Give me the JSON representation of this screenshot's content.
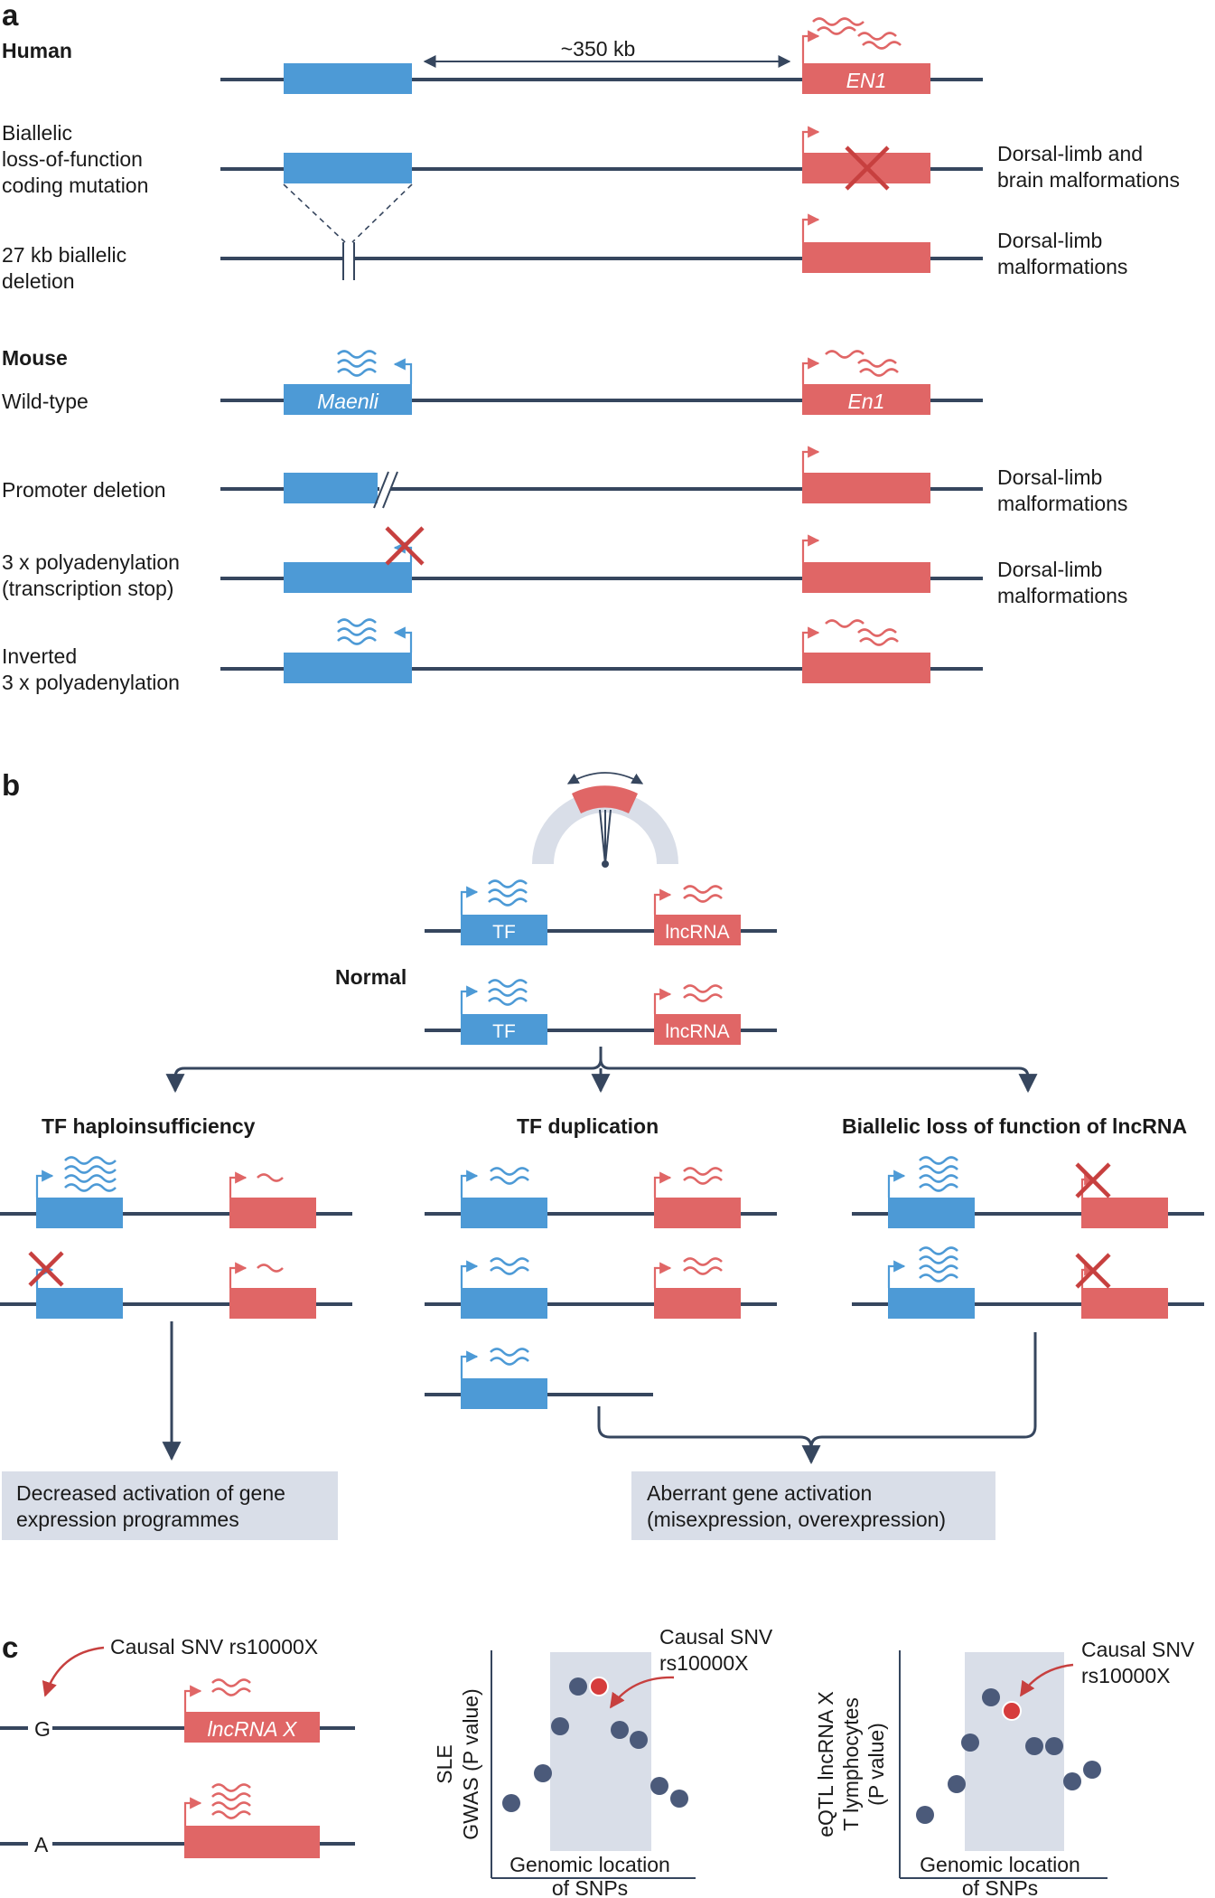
{
  "panel_a": {
    "label": "a",
    "human_heading": "Human",
    "mouse_heading": "Mouse",
    "distance_label": "~350 kb",
    "en1_human": "EN1",
    "en1_mouse": "En1",
    "maenli": "Maenli",
    "rows": {
      "biallelic": [
        "Biallelic",
        "loss-of-function",
        "coding mutation"
      ],
      "deletion27": [
        "27 kb biallelic",
        "deletion"
      ],
      "wildtype": [
        "Wild-type"
      ],
      "promoter": [
        "Promoter deletion"
      ],
      "polya": [
        "3 x polyadenylation",
        "(transcription stop)"
      ],
      "inverted": [
        "Inverted",
        "3 x polyadenylation"
      ]
    },
    "phenotypes": {
      "biallelic": [
        "Dorsal-limb and",
        "brain malformations"
      ],
      "deletion27": [
        "Dorsal-limb",
        "malformations"
      ],
      "promoter": [
        "Dorsal-limb",
        "malformations"
      ],
      "polya": [
        "Dorsal-limb",
        "malformations"
      ]
    }
  },
  "panel_b": {
    "label": "b",
    "normal": "Normal",
    "tf": "TF",
    "lncrna": "lncRNA",
    "haplo": "TF haploinsufficiency",
    "dup": "TF duplication",
    "biallelic": "Biallelic loss of function of lncRNA",
    "out_left": [
      "Decreased activation of gene",
      "expression programmes"
    ],
    "out_right": [
      "Aberrant gene activation",
      "(misexpression, overexpression)"
    ]
  },
  "panel_c": {
    "label": "c",
    "causal_left": "Causal SNV rs10000X",
    "allele_g": "G",
    "allele_a": "A",
    "lncrna_x": "lncRNA X",
    "causal_mid": [
      "Causal SNV",
      "rs10000X"
    ],
    "causal_right": [
      "Causal SNV",
      "rs10000X"
    ],
    "plot1_ylabel": [
      "SLE",
      "GWAS (P value)"
    ],
    "plot2_ylabel": [
      "eQTL lncRNA X",
      "T lymphocytes",
      "(P value)"
    ],
    "xlabel": [
      "Genomic location",
      "of SNPs"
    ]
  }
}
